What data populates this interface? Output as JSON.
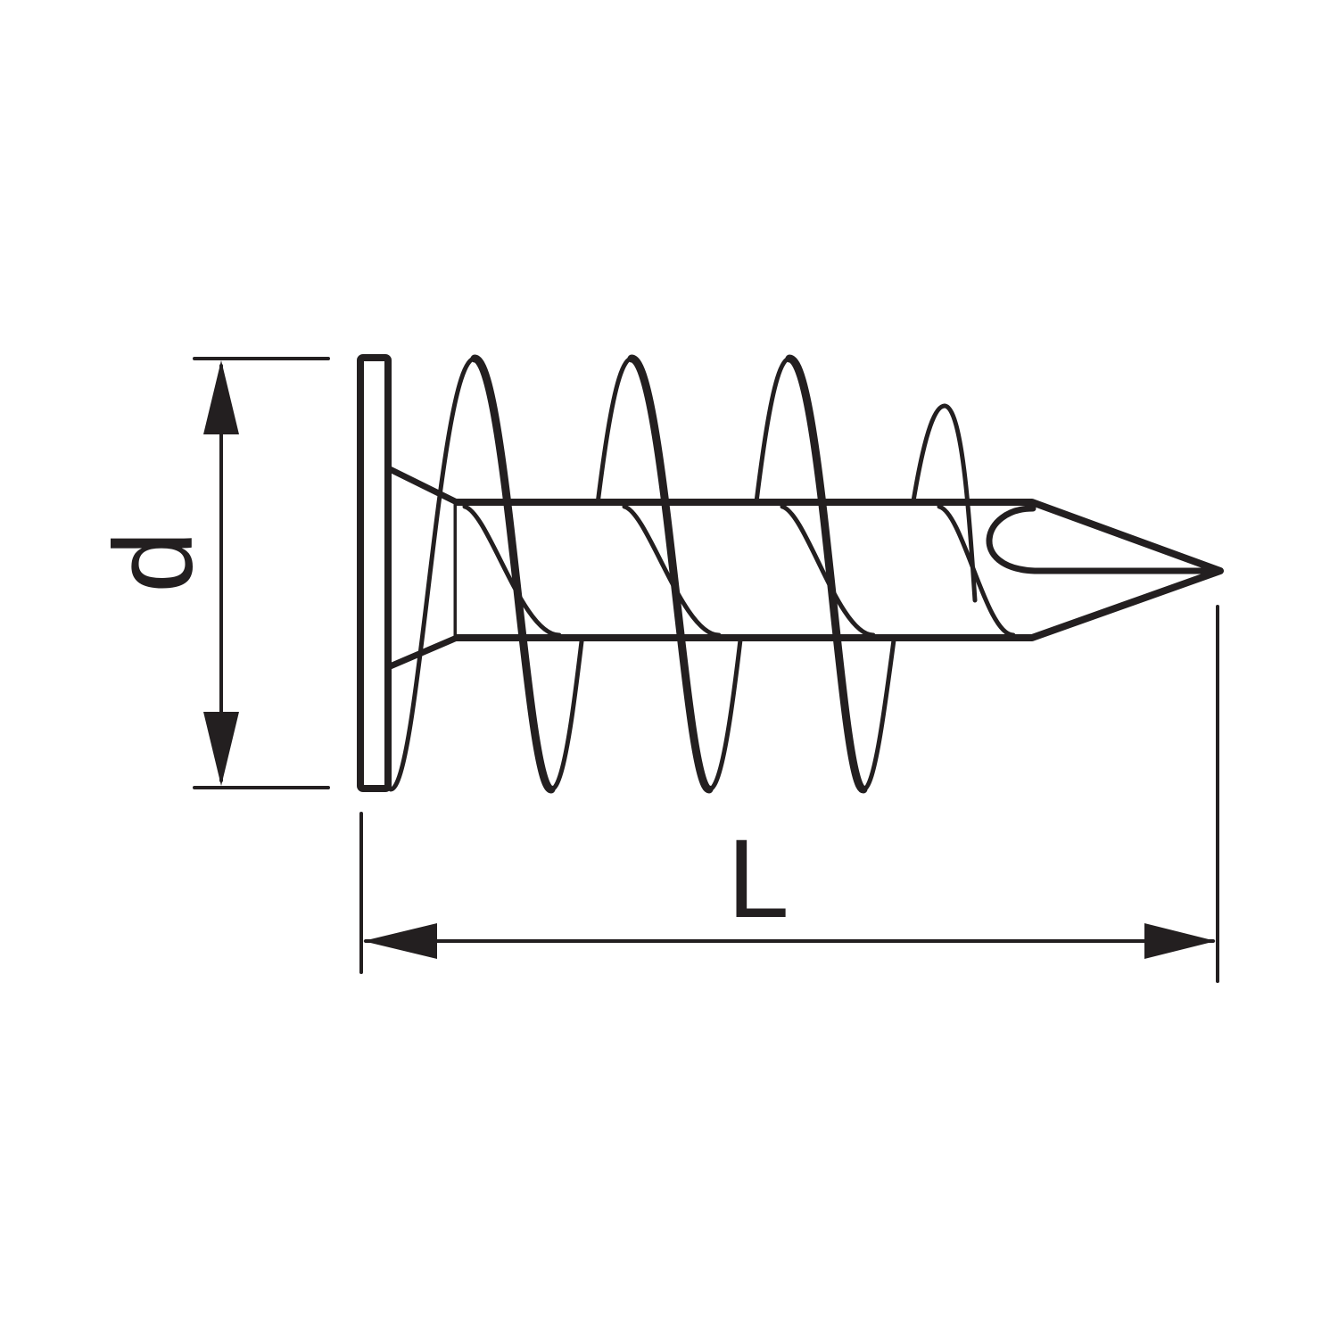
{
  "diagram": {
    "subject": "insulation-anchor-screw",
    "dimensions": [
      {
        "label": "d",
        "meaning": "diameter"
      },
      {
        "label": "L",
        "meaning": "length"
      }
    ]
  },
  "colors": {
    "stroke": "#231f20",
    "background": "#ffffff"
  }
}
